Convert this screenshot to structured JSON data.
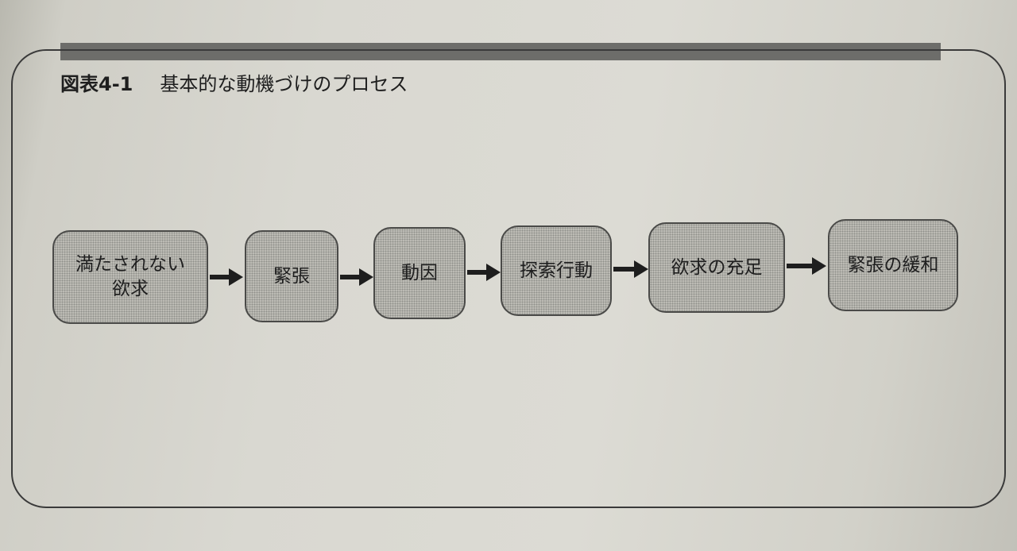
{
  "figure": {
    "number": "図表4-1",
    "title": "基本的な動機づけのプロセス"
  },
  "steps": [
    {
      "label": "満たされない\n欲求"
    },
    {
      "label": "緊張"
    },
    {
      "label": "動因"
    },
    {
      "label": "探索行動"
    },
    {
      "label": "欲求の充足"
    },
    {
      "label": "緊張の緩和"
    }
  ],
  "colors": {
    "box_fill": "#bdbcb6",
    "box_border": "#4a4a48",
    "arrow": "#1e1e1e",
    "header_bar": "#6d6d6a"
  }
}
